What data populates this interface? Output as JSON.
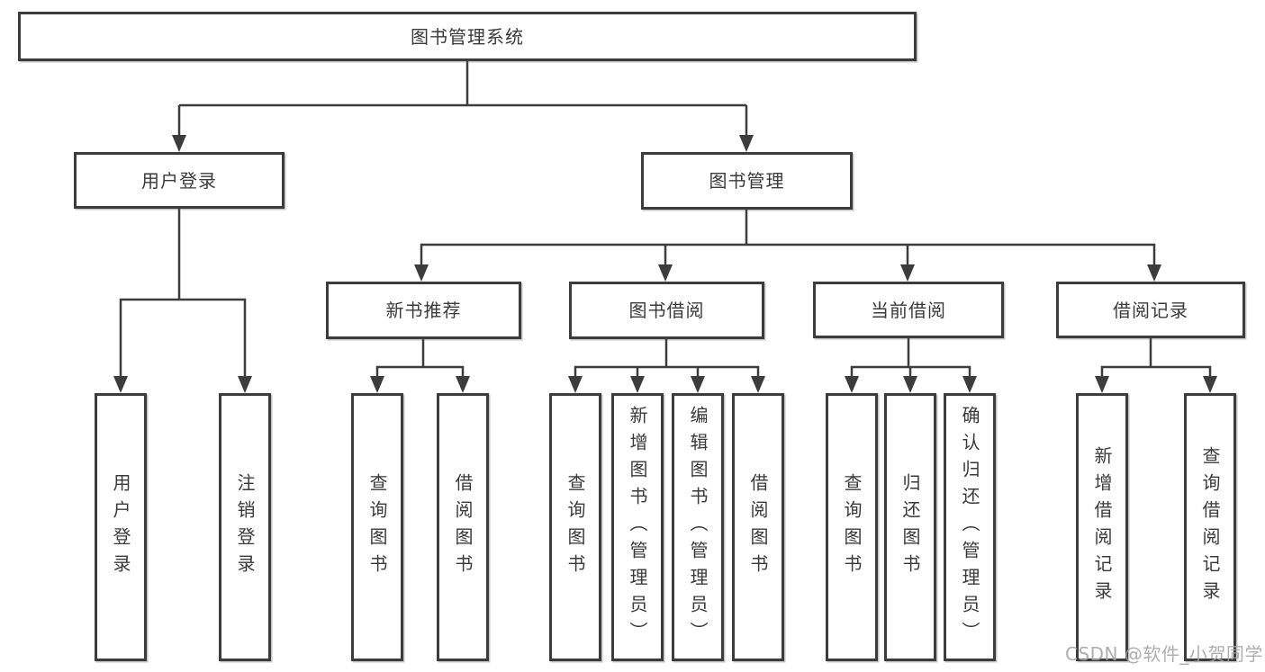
{
  "diagram": {
    "title": "图书管理系统",
    "root": {
      "label": "图书管理系统"
    },
    "level2": [
      {
        "label": "用户登录"
      },
      {
        "label": "图书管理"
      }
    ],
    "level3": [
      {
        "label": "新书推荐"
      },
      {
        "label": "图书借阅"
      },
      {
        "label": "当前借阅"
      },
      {
        "label": "借阅记录"
      }
    ],
    "leaves": {
      "user_login": [
        {
          "label": "用户登录"
        },
        {
          "label": "注销登录"
        }
      ],
      "new_book": [
        {
          "label": "查询图书"
        },
        {
          "label": "借阅图书"
        }
      ],
      "book_borrow": [
        {
          "label": "查询图书"
        },
        {
          "label": "新增图书（管理员）"
        },
        {
          "label": "编辑图书（管理员）"
        },
        {
          "label": "借阅图书"
        }
      ],
      "current_borrow": [
        {
          "label": "查询图书"
        },
        {
          "label": "归还图书"
        },
        {
          "label": "确认归还（管理员）"
        }
      ],
      "borrow_record": [
        {
          "label": "新增借阅记录"
        },
        {
          "label": "查询借阅记录"
        }
      ]
    },
    "watermark": "CSDN @软件_小贺同学",
    "colors": {
      "line": "#3c3c3c",
      "text": "#3a3a3a",
      "background": "#ffffff",
      "watermark": "#a5a5a5"
    }
  }
}
